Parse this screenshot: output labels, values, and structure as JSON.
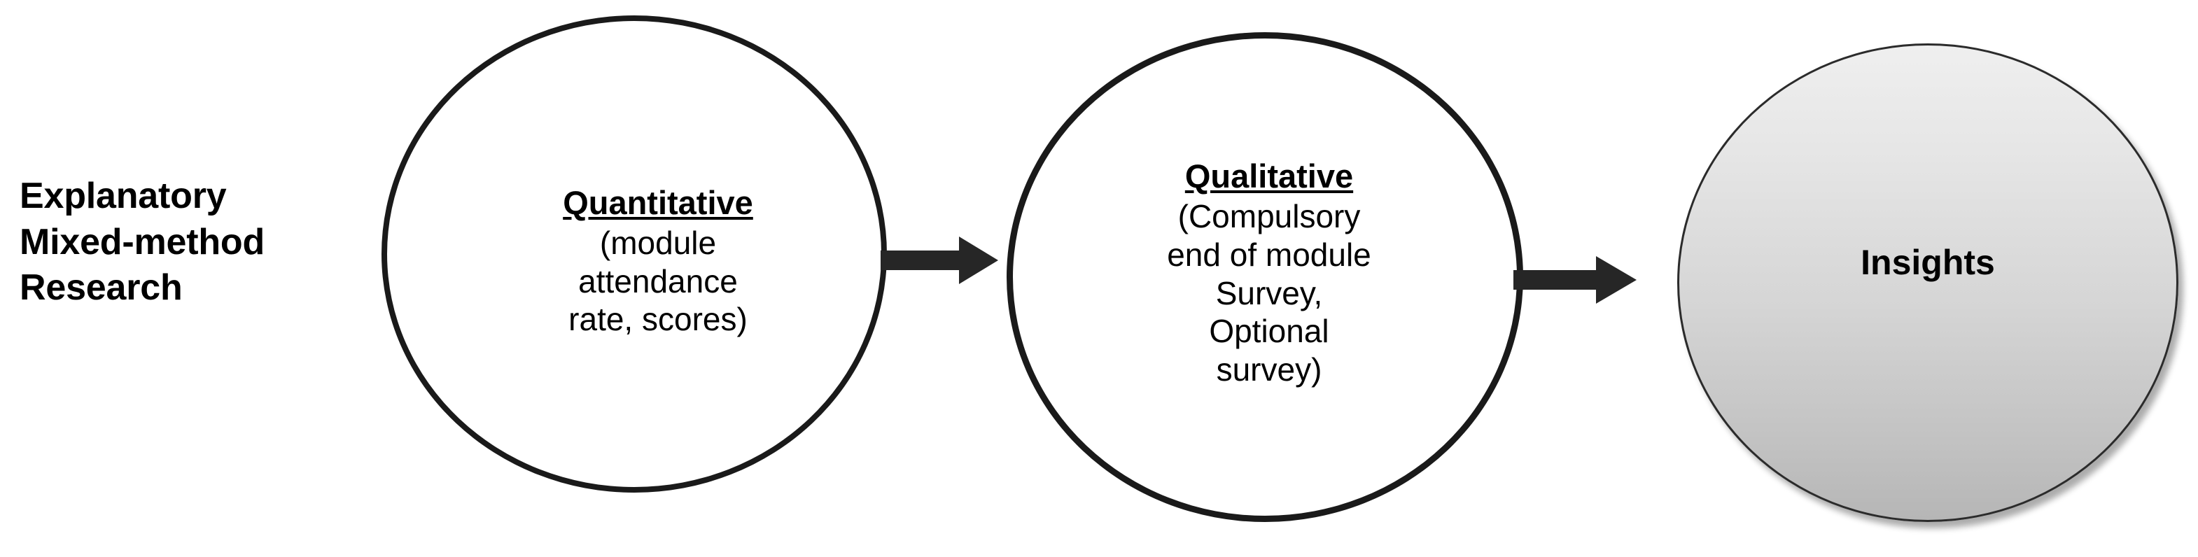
{
  "diagram": {
    "title": "Explanatory Mixed-method Research process flow",
    "background_color": "#ffffff",
    "stage_label": {
      "lines": [
        "Explanatory",
        "Mixed-method",
        "Research"
      ]
    },
    "nodes": [
      {
        "id": "quantitative",
        "heading": "Quantitative",
        "body_lines": [
          "(module",
          "attendance",
          "rate, scores)"
        ],
        "shape": "circle",
        "fill": "#ffffff",
        "stroke": "#1a1a1a"
      },
      {
        "id": "qualitative",
        "heading": "Qualitative",
        "body_lines": [
          "(Compulsory",
          "end of module",
          "Survey,",
          "Optional",
          "survey)"
        ],
        "shape": "circle",
        "fill": "#ffffff",
        "stroke": "#1a1a1a"
      },
      {
        "id": "insights",
        "heading": "Insights",
        "body_lines": [],
        "shape": "circle",
        "fill_gradient_from": "#efefef",
        "fill_gradient_to": "#b6b6b6",
        "stroke": "#2b2b2b"
      }
    ],
    "connectors": [
      {
        "id": "quant-to-qual",
        "from": "quantitative",
        "to": "qualitative",
        "style": "solid-block-arrow",
        "color": "#262626"
      },
      {
        "id": "qual-to-insights",
        "from": "qualitative",
        "to": "insights",
        "style": "solid-block-arrow",
        "color": "#262626"
      }
    ]
  }
}
